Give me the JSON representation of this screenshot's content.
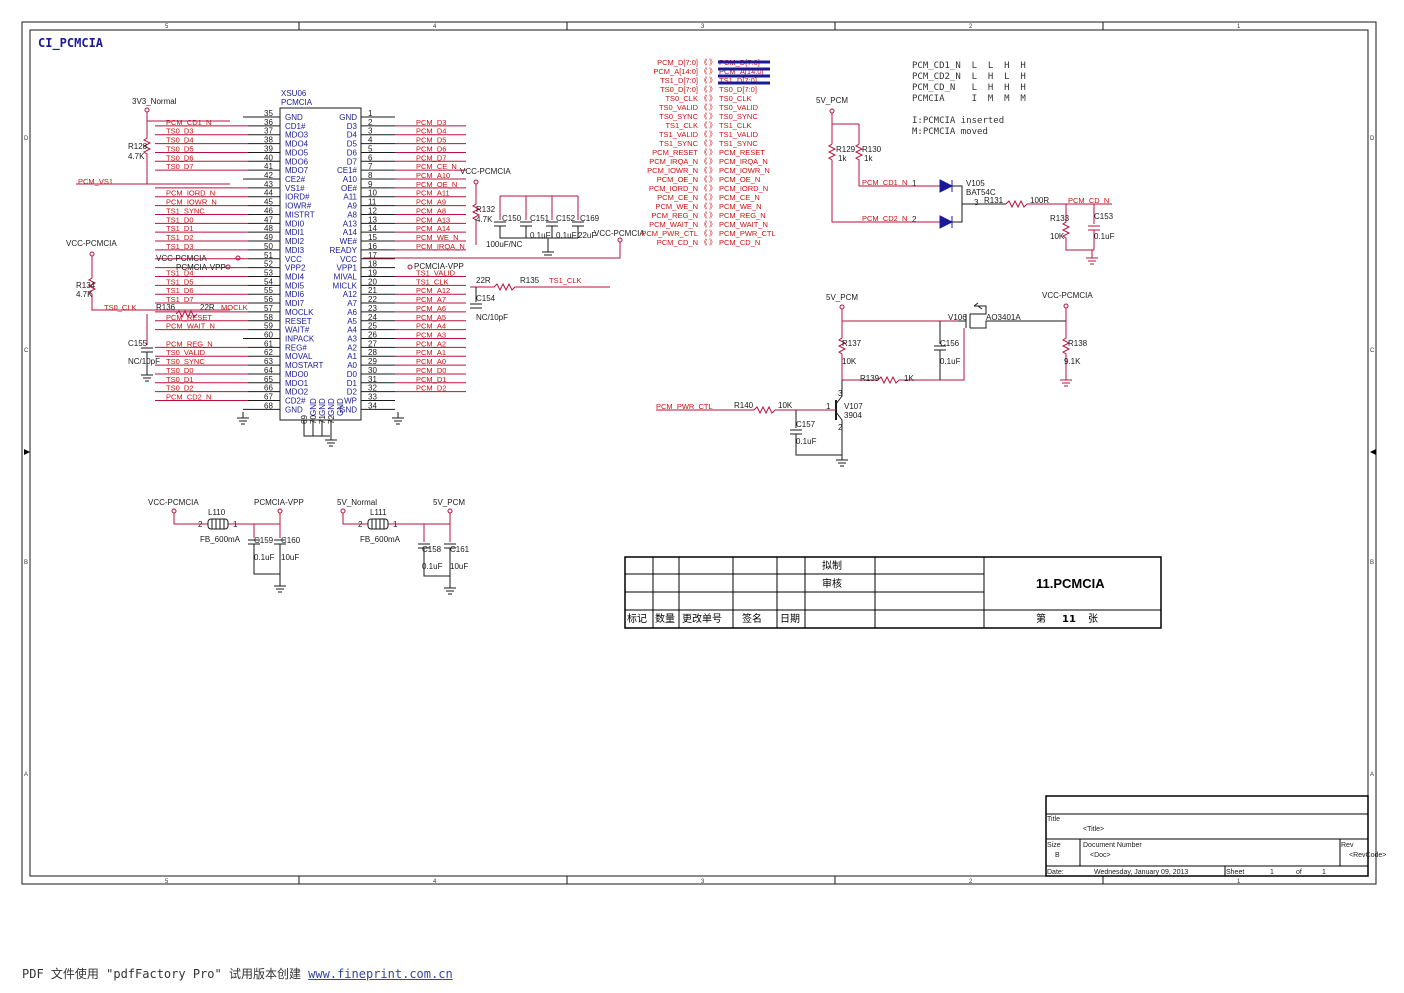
{
  "sheet_title": "CI_PCMCIA",
  "zones": {
    "columns": [
      "5",
      "4",
      "3",
      "2",
      "1"
    ],
    "rows": [
      "D",
      "C",
      "B",
      "A"
    ]
  },
  "connector": {
    "ref": "XSU06",
    "name": "PCMCIA",
    "left_pins": [
      {
        "num": "35",
        "name": "GND",
        "net": ""
      },
      {
        "num": "36",
        "name": "CD1#",
        "net": "PCM_CD1_N"
      },
      {
        "num": "37",
        "name": "MDO3",
        "net": "TS0_D3"
      },
      {
        "num": "38",
        "name": "MDO4",
        "net": "TS0_D4"
      },
      {
        "num": "39",
        "name": "MDO5",
        "net": "TS0_D5"
      },
      {
        "num": "40",
        "name": "MDO6",
        "net": "TS0_D6"
      },
      {
        "num": "41",
        "name": "MDO7",
        "net": "TS0_D7"
      },
      {
        "num": "42",
        "name": "CE2#",
        "net": ""
      },
      {
        "num": "43",
        "name": "VS1#",
        "net": "PCM_VS1"
      },
      {
        "num": "44",
        "name": "IORD#",
        "net": "PCM_IORD_N"
      },
      {
        "num": "45",
        "name": "IOWR#",
        "net": "PCM_IOWR_N"
      },
      {
        "num": "46",
        "name": "MISTRT",
        "net": "TS1_SYNC"
      },
      {
        "num": "47",
        "name": "MDI0",
        "net": "TS1_D0"
      },
      {
        "num": "48",
        "name": "MDI1",
        "net": "TS1_D1"
      },
      {
        "num": "49",
        "name": "MDI2",
        "net": "TS1_D2"
      },
      {
        "num": "50",
        "name": "MDI3",
        "net": "TS1_D3"
      },
      {
        "num": "51",
        "name": "VCC",
        "net": "VCC-PCMCIA"
      },
      {
        "num": "52",
        "name": "VPP2",
        "net": "PCMCIA-VPP"
      },
      {
        "num": "53",
        "name": "MDI4",
        "net": "TS1_D4"
      },
      {
        "num": "54",
        "name": "MDI5",
        "net": "TS1_D5"
      },
      {
        "num": "55",
        "name": "MDI6",
        "net": "TS1_D6"
      },
      {
        "num": "56",
        "name": "MDI7",
        "net": "TS1_D7"
      },
      {
        "num": "57",
        "name": "MOCLK",
        "net": "MOCLK"
      },
      {
        "num": "58",
        "name": "RESET",
        "net": "PCM_RESET"
      },
      {
        "num": "59",
        "name": "WAIT#",
        "net": "PCM_WAIT_N"
      },
      {
        "num": "60",
        "name": "INPACK",
        "net": ""
      },
      {
        "num": "61",
        "name": "REG#",
        "net": "PCM_REG_N"
      },
      {
        "num": "62",
        "name": "MOVAL",
        "net": "TS0_VALID"
      },
      {
        "num": "63",
        "name": "MOSTART",
        "net": "TS0_SYNC"
      },
      {
        "num": "64",
        "name": "MDO0",
        "net": "TS0_D0"
      },
      {
        "num": "65",
        "name": "MDO1",
        "net": "TS0_D1"
      },
      {
        "num": "66",
        "name": "MDO2",
        "net": "TS0_D2"
      },
      {
        "num": "67",
        "name": "CD2#",
        "net": "PCM_CD2_N"
      },
      {
        "num": "68",
        "name": "GND",
        "net": ""
      }
    ],
    "right_pins": [
      {
        "num": "1",
        "name": "GND",
        "net": ""
      },
      {
        "num": "2",
        "name": "D3",
        "net": "PCM_D3"
      },
      {
        "num": "3",
        "name": "D4",
        "net": "PCM_D4"
      },
      {
        "num": "4",
        "name": "D5",
        "net": "PCM_D5"
      },
      {
        "num": "5",
        "name": "D6",
        "net": "PCM_D6"
      },
      {
        "num": "6",
        "name": "D7",
        "net": "PCM_D7"
      },
      {
        "num": "7",
        "name": "CE1#",
        "net": "PCM_CE_N"
      },
      {
        "num": "8",
        "name": "A10",
        "net": "PCM_A10"
      },
      {
        "num": "9",
        "name": "OE#",
        "net": "PCM_OE_N"
      },
      {
        "num": "10",
        "name": "A11",
        "net": "PCM_A11"
      },
      {
        "num": "11",
        "name": "A9",
        "net": "PCM_A9"
      },
      {
        "num": "12",
        "name": "A8",
        "net": "PCM_A8"
      },
      {
        "num": "13",
        "name": "A13",
        "net": "PCM_A13"
      },
      {
        "num": "14",
        "name": "A14",
        "net": "PCM_A14"
      },
      {
        "num": "15",
        "name": "WE#",
        "net": "PCM_WE_N"
      },
      {
        "num": "16",
        "name": "READY",
        "net": "PCM_IRQA_N"
      },
      {
        "num": "17",
        "name": "VCC",
        "net": ""
      },
      {
        "num": "18",
        "name": "VPP1",
        "net": "PCMCIA-VPP"
      },
      {
        "num": "19",
        "name": "MIVAL",
        "net": "TS1_VALID"
      },
      {
        "num": "20",
        "name": "MICLK",
        "net": "TS1_CLK"
      },
      {
        "num": "21",
        "name": "A12",
        "net": "PCM_A12"
      },
      {
        "num": "22",
        "name": "A7",
        "net": "PCM_A7"
      },
      {
        "num": "23",
        "name": "A6",
        "net": "PCM_A6"
      },
      {
        "num": "24",
        "name": "A5",
        "net": "PCM_A5"
      },
      {
        "num": "25",
        "name": "A4",
        "net": "PCM_A4"
      },
      {
        "num": "26",
        "name": "A3",
        "net": "PCM_A3"
      },
      {
        "num": "27",
        "name": "A2",
        "net": "PCM_A2"
      },
      {
        "num": "28",
        "name": "A1",
        "net": "PCM_A1"
      },
      {
        "num": "29",
        "name": "A0",
        "net": "PCM_A0"
      },
      {
        "num": "30",
        "name": "D0",
        "net": "PCM_D0"
      },
      {
        "num": "31",
        "name": "D1",
        "net": "PCM_D1"
      },
      {
        "num": "32",
        "name": "D2",
        "net": "PCM_D2"
      },
      {
        "num": "33",
        "name": "WP",
        "net": ""
      },
      {
        "num": "34",
        "name": "GND",
        "net": ""
      }
    ],
    "bottom_pins": [
      "69",
      "70",
      "71",
      "72"
    ],
    "bottom_names": [
      "GND",
      "GND",
      "GND",
      "GND"
    ]
  },
  "labels": {
    "v3_normal": "3V3_Normal",
    "r128": "R128",
    "r128_val": "4.7K",
    "pcm_vs1": "PCM_VS1",
    "vcc_pcmcia": "VCC-PCMCIA",
    "pcmcia_vpp": "PCMCIA-VPP",
    "r134": "R134",
    "r134_val": "4.7K",
    "ts0_clk": "TS0_CLK",
    "r136": "R136",
    "r136_val": "22R",
    "mocl": "MOCLK",
    "c155": "C155",
    "c155_val": "NC/10pF",
    "r132": "R132",
    "r132_val": "4.7K",
    "c150": "C150",
    "c150_val": "100uF/NC",
    "c151": "C151",
    "c151_val": "0.1uF",
    "c152": "C152",
    "c152_val": "0.1uF",
    "c169": "C169",
    "c169_val": "22uF",
    "r135": "R135",
    "r135_val": "22R",
    "ts1_clk": "TS1_CLK",
    "c154": "C154",
    "c154_val": "NC/10pF"
  },
  "bus_labels_left": [
    "PCM_D[7:0]",
    "PCM_A[14:0]",
    "TS1_D[7:0]",
    "TS0_D[7:0]",
    "TS0_CLK",
    "TS0_VALID",
    "TS0_SYNC",
    "TS1_CLK",
    "TS1_VALID",
    "TS1_SYNC",
    "PCM_RESET",
    "PCM_IRQA_N",
    "PCM_IOWR_N",
    "PCM_OE_N",
    "PCM_IORD_N",
    "PCM_CE_N",
    "PCM_WE_N",
    "PCM_REG_N",
    "PCM_WAIT_N",
    "PCM_PWR_CTL",
    "PCM_CD_N"
  ],
  "bus_labels_right": [
    "PCM_D[7:0]",
    "PCM_A[14:0]",
    "TS1_D[7:0]",
    "TS0_D[7:0]",
    "TS0_CLK",
    "TS0_VALID",
    "TS0_SYNC",
    "TS1_CLK",
    "TS1_VALID",
    "TS1_SYNC",
    "PCM_RESET",
    "PCM_IRQA_N",
    "PCM_IOWR_N",
    "PCM_OE_N",
    "PCM_IORD_N",
    "PCM_CE_N",
    "PCM_WE_N",
    "PCM_REG_N",
    "PCM_WAIT_N",
    "PCM_PWR_CTL",
    "PCM_CD_N"
  ],
  "truth_table": [
    "PCM_CD1_N  L  L  H  H",
    "PCM_CD2_N  L  H  L  H",
    "PCM_CD_N   L  H  H  H",
    "PCMCIA     I  M  M  M"
  ],
  "notes": [
    "I:PCMCIA inserted",
    "M:PCMCIA moved"
  ],
  "detect": {
    "supply": "5V_PCM",
    "r129": "R129",
    "r129_val": "1k",
    "r130": "R130",
    "r130_val": "1k",
    "v105": "V105",
    "v105_part": "BAT54C",
    "cd1": "PCM_CD1_N",
    "cd2": "PCM_CD2_N",
    "pin1": "1",
    "pin2": "2",
    "pin3": "3",
    "r131": "R131",
    "r131_val": "100R",
    "cd_out": "PCM_CD_N",
    "r133": "R133",
    "r133_val": "10K",
    "c153": "C153",
    "c153_val": "0.1uF"
  },
  "power_switch": {
    "supply": "5V_PCM",
    "out": "VCC-PCMCIA",
    "v106": "V106",
    "v106_part": "AO3401A",
    "r137": "R137",
    "r137_val": "10K",
    "c156": "C156",
    "c156_val": "0.1uF",
    "r138": "R138",
    "r138_val": "9.1K",
    "r139": "R139",
    "r139_val": "1K",
    "ctl": "PCM_PWR_CTL",
    "r140": "R140",
    "r140_val": "10K",
    "v107": "V107",
    "v107_part": "3904",
    "c157": "C157",
    "c157_val": "0.1uF",
    "q1": "1",
    "q2": "2",
    "q3": "3"
  },
  "filters": {
    "f1": {
      "in": "VCC-PCMCIA",
      "out": "PCMCIA-VPP",
      "ref": "L110",
      "val": "FB_600mA",
      "c1": "C159",
      "c1v": "0.1uF",
      "c2": "C160",
      "c2v": "10uF",
      "p1": "2",
      "p2": "1"
    },
    "f2": {
      "in": "5V_Normal",
      "out": "5V_PCM",
      "ref": "L111",
      "val": "FB_600mA",
      "c1": "C158",
      "c1v": "0.1uF",
      "c2": "C161",
      "c2v": "10uF",
      "p1": "2",
      "p2": "1"
    }
  },
  "revision_block": {
    "drafted": "拟制",
    "review": "审核",
    "headers": [
      "标记",
      "数量",
      "更改单号",
      "签名",
      "日期"
    ],
    "doc_title": "11.PCMCIA",
    "sheet_prefix": "第",
    "sheet_num": "11",
    "sheet_suffix": "张"
  },
  "title_block": {
    "title_label": "Title",
    "title_value": "<Title>",
    "size_label": "Size",
    "size_value": "B",
    "docnum_label": "Document Number",
    "docnum_value": "<Doc>",
    "rev_label": "Rev",
    "rev_value": "<RevCode>",
    "date_label": "Date:",
    "date_value": "Wednesday, January 09, 2013",
    "sheet_label": "Sheet",
    "sheet_value": "1",
    "of_label": "of",
    "of_value": "1"
  },
  "footer": {
    "text": "PDF 文件使用 \"pdfFactory Pro\" 试用版本创建 ",
    "link": "www.fineprint.com.cn"
  }
}
